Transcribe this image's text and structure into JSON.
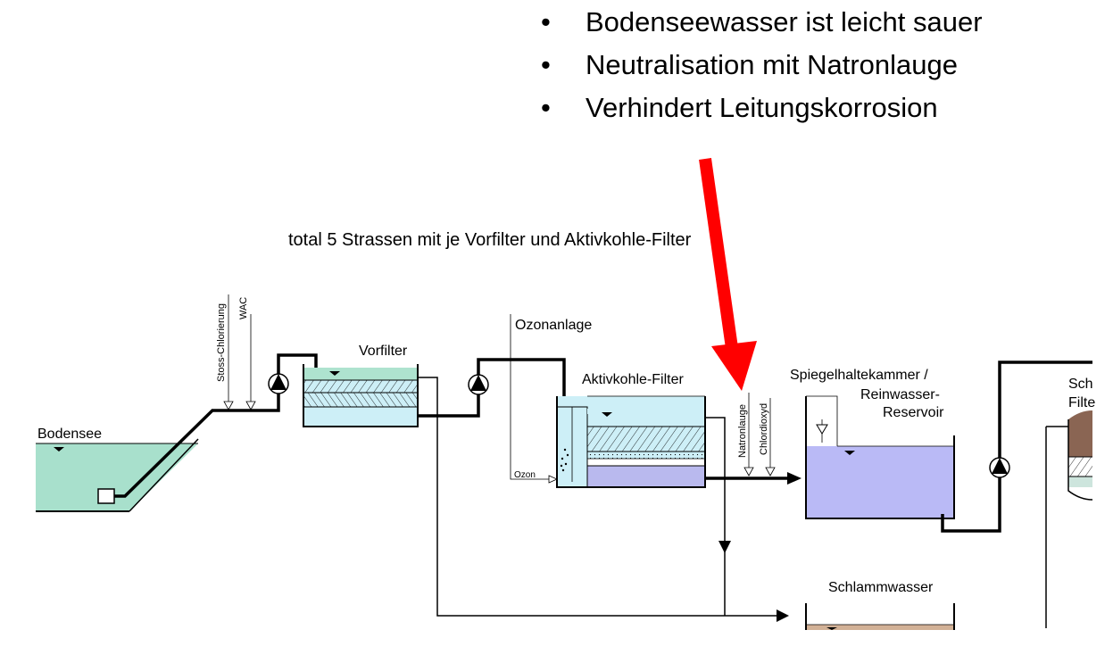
{
  "bullets": [
    "Bodenseewasser ist leicht sauer",
    "Neutralisation mit Natronlauge",
    "Verhindert Leitungskorrosion"
  ],
  "bullet_char": "•",
  "diagram": {
    "caption": "total 5 Strassen mit je Vorfilter und Aktivkohle-Filter",
    "labels": {
      "bodensee": "Bodensee",
      "stoss_chlorierung": "Stoss-Chlorierung",
      "wac": "WAC",
      "vorfilter": "Vorfilter",
      "ozonanlage": "Ozonanlage",
      "ozon": "Ozon",
      "aktivkohle_filter": "Aktivkohle-Filter",
      "natronlauge": "Natronlauge",
      "chlordioxyd": "Chlordioxyd",
      "reservoir_line1": "Spiegelhaltekammer /",
      "reservoir_line2": "Reinwasser-",
      "reservoir_line3": "Reservoir",
      "schlammwasser": "Schlammwasser",
      "next_filter_line1": "Sch",
      "next_filter_line2": "Filte"
    }
  },
  "colors": {
    "arrow": "#ff0000",
    "lake_water": "#a8e0cc",
    "vorfilter_water": "#cdeff7",
    "vorfilter_top": "#aee3cf",
    "ak_water": "#cdeff7",
    "ak_bottom": "#b9b9ee",
    "reservoir_water": "#babaf6",
    "sludge": "#d2b196",
    "next_filter_top": "#8a6553",
    "next_filter_bottom": "#cde5dd"
  },
  "icons": [
    "pump-icon",
    "arrow-down-icon",
    "water-surface-icon",
    "hatch-layer"
  ]
}
